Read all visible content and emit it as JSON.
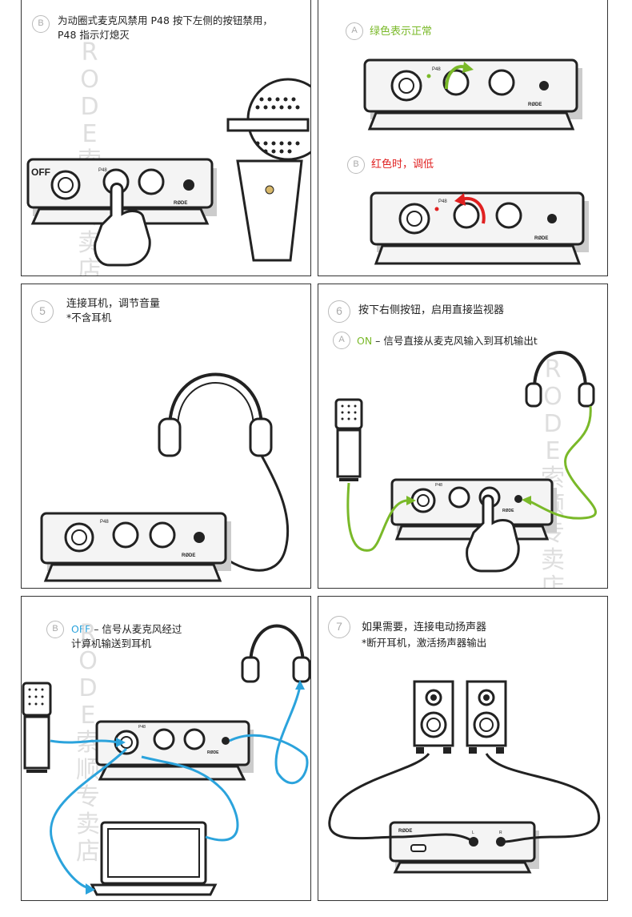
{
  "colors": {
    "green": "#7ab929",
    "red": "#e02020",
    "blue": "#2ba3dc",
    "badge": "#bbbbbb",
    "line": "#222222"
  },
  "watermark": {
    "chars": [
      "R",
      "O",
      "D",
      "E",
      "索",
      "顺",
      "专",
      "卖",
      "店"
    ]
  },
  "panel1": {
    "badge": "B",
    "line1": "为动圈式麦克风禁用 P48 按下左侧的按钮禁用，",
    "line2": "P48 指示灯熄灭",
    "off_label": "OFF",
    "p48": "P48",
    "brand": "RØDE"
  },
  "panel2": {
    "badge_a": "A",
    "label_a": "绿色表示正常",
    "badge_b": "B",
    "label_b": "红色时，调低",
    "p48": "P48",
    "brand": "RØDE"
  },
  "panel3": {
    "badge": "5",
    "line1": "连接耳机，调节音量",
    "line2": "*不含耳机",
    "p48": "P48",
    "brand": "RØDE"
  },
  "panel4": {
    "badge": "6",
    "title": "按下右侧按钮，启用直接监视器",
    "badge_a": "A",
    "on_label": "ON",
    "on_text": " – 信号直接从麦克风输入到耳机输出t",
    "p48": "P48",
    "brand": "RØDE"
  },
  "panel5": {
    "badge": "B",
    "off_label": "OFF",
    "line1": " – 信号从麦克风经过",
    "line2": "计算机输送到耳机",
    "p48": "P48",
    "brand": "RØDE"
  },
  "panel6": {
    "badge": "7",
    "line1": "如果需要，连接电动扬声器",
    "line2": "*断开耳机，激活扬声器输出",
    "brand": "RØDE",
    "left": "L",
    "right": "R"
  }
}
